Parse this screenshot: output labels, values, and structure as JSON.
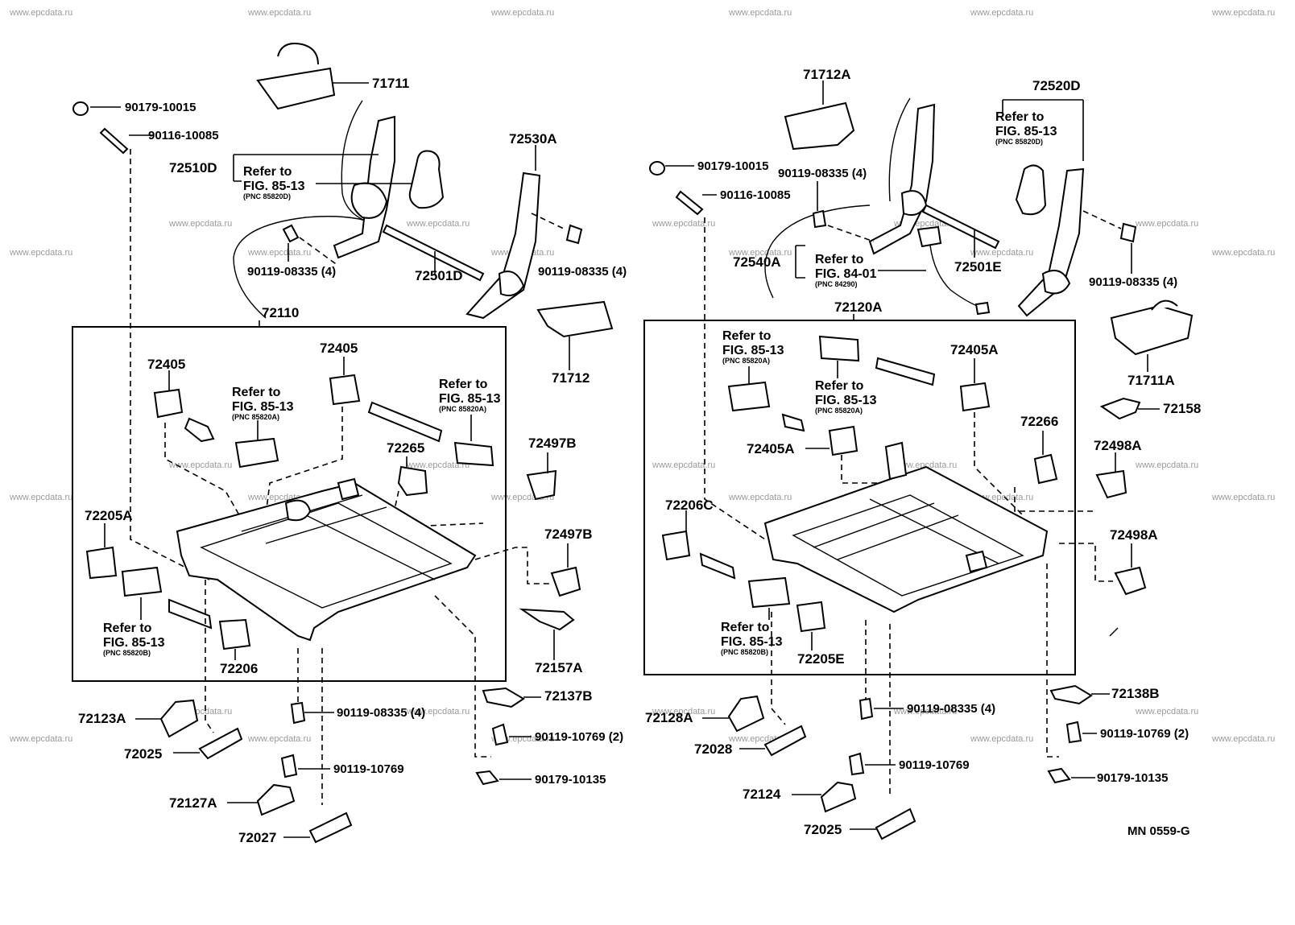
{
  "watermark": "www.epcdata.ru",
  "footer_code": "MN 0559-G",
  "refer_to": "Refer to",
  "left": {
    "labels": {
      "p71711": "71711",
      "p90179_10015": "90179-10015",
      "p90116_10085": "90116-10085",
      "p72510D": "72510D",
      "p72530A": "72530A",
      "p90119_08335a": "90119-08335 (4)",
      "p90119_08335b": "90119-08335 (4)",
      "p72501D": "72501D",
      "p72110": "72110",
      "p71712": "71712",
      "p72405a": "72405",
      "p72405b": "72405",
      "p72265": "72265",
      "p72497Ba": "72497B",
      "p72497Bb": "72497B",
      "p72205A": "72205A",
      "p72206": "72206",
      "p72157A": "72157A",
      "p72137B": "72137B",
      "p90119_08335c": "90119-08335 (4)",
      "p72123A": "72123A",
      "p90119_10769_2": "90119-10769 (2)",
      "p72025": "72025",
      "p90119_10769": "90119-10769",
      "p90179_10135": "90179-10135",
      "p72127A": "72127A",
      "p72027": "72027"
    },
    "refs": {
      "r1_fig": "FIG. 85-13",
      "r1_pnc": "(PNC 85820D)",
      "r2_fig": "FIG. 85-13",
      "r2_pnc": "(PNC 85820A)",
      "r3_fig": "FIG. 85-13",
      "r3_pnc": "(PNC 85820A)",
      "r4_fig": "FIG. 85-13",
      "r4_pnc": "(PNC 85820B)"
    }
  },
  "right": {
    "labels": {
      "p71712A": "71712A",
      "p72520D": "72520D",
      "p90179_10015": "90179-10015",
      "p90119_08335a": "90119-08335 (4)",
      "p90116_10085": "90116-10085",
      "p72540A": "72540A",
      "p72501E": "72501E",
      "p90119_08335b": "90119-08335 (4)",
      "p72120A": "72120A",
      "p71711A": "71711A",
      "p72405Aa": "72405A",
      "p72405Ab": "72405A",
      "p72158": "72158",
      "p72266": "72266",
      "p72498Aa": "72498A",
      "p72498Ab": "72498A",
      "p72206C": "72206C",
      "p72205E": "72205E",
      "p72128A": "72128A",
      "p90119_08335c": "90119-08335 (4)",
      "p72138B": "72138B",
      "p90119_10769_2": "90119-10769 (2)",
      "p72028": "72028",
      "p90119_10769": "90119-10769",
      "p90179_10135": "90179-10135",
      "p72124": "72124",
      "p72025": "72025"
    },
    "refs": {
      "r1_fig": "FIG. 85-13",
      "r1_pnc": "(PNC 85820D)",
      "r2_fig": "FIG. 84-01",
      "r2_pnc": "(PNC 84290)",
      "r3_fig": "FIG. 85-13",
      "r3_pnc": "(PNC 85820A)",
      "r4_fig": "FIG. 85-13",
      "r4_pnc": "(PNC 85820A)",
      "r5_fig": "FIG. 85-13",
      "r5_pnc": "(PNC 85820B)"
    }
  }
}
